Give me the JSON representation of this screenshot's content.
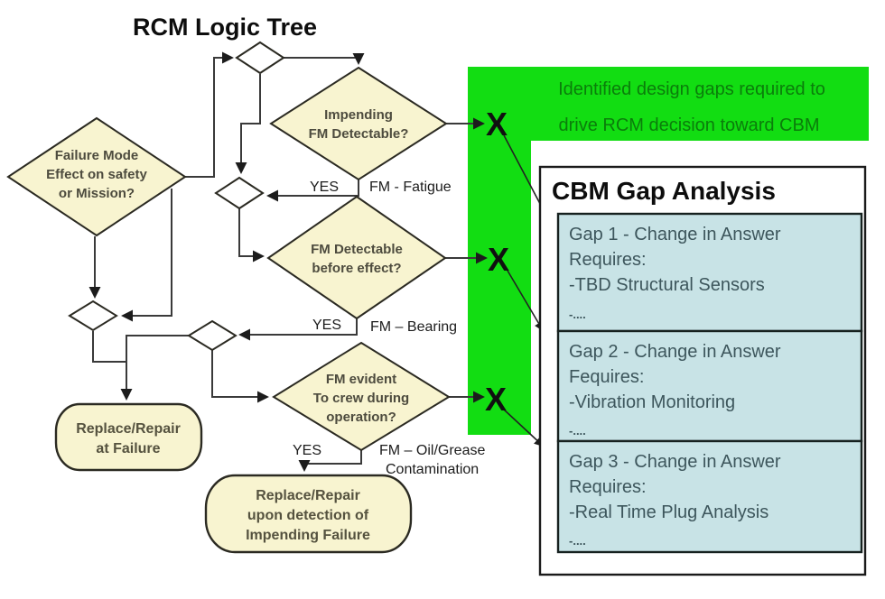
{
  "title": "RCM Logic Tree",
  "decisions": {
    "q1": [
      "Failure Mode",
      "Effect on safety",
      "or Mission?"
    ],
    "q2": [
      "Impending",
      "FM Detectable?"
    ],
    "q3": [
      "FM Detectable",
      "before effect?"
    ],
    "q4": [
      "FM evident",
      "To crew during",
      "operation?"
    ]
  },
  "terminals": {
    "t1": [
      "Replace/Repair",
      "at Failure"
    ],
    "t2": [
      "Replace/Repair",
      "upon detection of",
      "Impending Failure"
    ]
  },
  "edge_labels": {
    "yes1": "YES",
    "fm1": "FM - Fatigue",
    "yes2": "YES",
    "fm2": "FM – Bearing",
    "yes3": "YES",
    "fm3a": "FM – Oil/Grease",
    "fm3b": "Contamination"
  },
  "callout": {
    "line1": "Identified design gaps required to",
    "line2": "drive RCM decision toward CBM",
    "x1": "X",
    "x2": "X",
    "x3": "X"
  },
  "panel": {
    "title": "CBM Gap Analysis",
    "gap1": [
      "Gap 1 - Change in Answer",
      "Requires:",
      "-TBD Structural Sensors",
      "-...."
    ],
    "gap2": [
      "Gap 2 - Change in Answer",
      "Fequires:",
      "-Vibration Monitoring",
      "-...."
    ],
    "gap3": [
      "Gap 3 - Change in Answer",
      "Requires:",
      "-Real Time Plug Analysis",
      "-...."
    ]
  },
  "colors": {
    "node_fill": "#f8f4d0",
    "node_border": "#2b2a22",
    "junction_fill": "#ffffff",
    "green": "#12dd12",
    "green_text": "#0b7d0b",
    "gap_fill": "#c8e3e6",
    "panel_border": "#1a1a1a",
    "line": "#3a3a3a"
  }
}
